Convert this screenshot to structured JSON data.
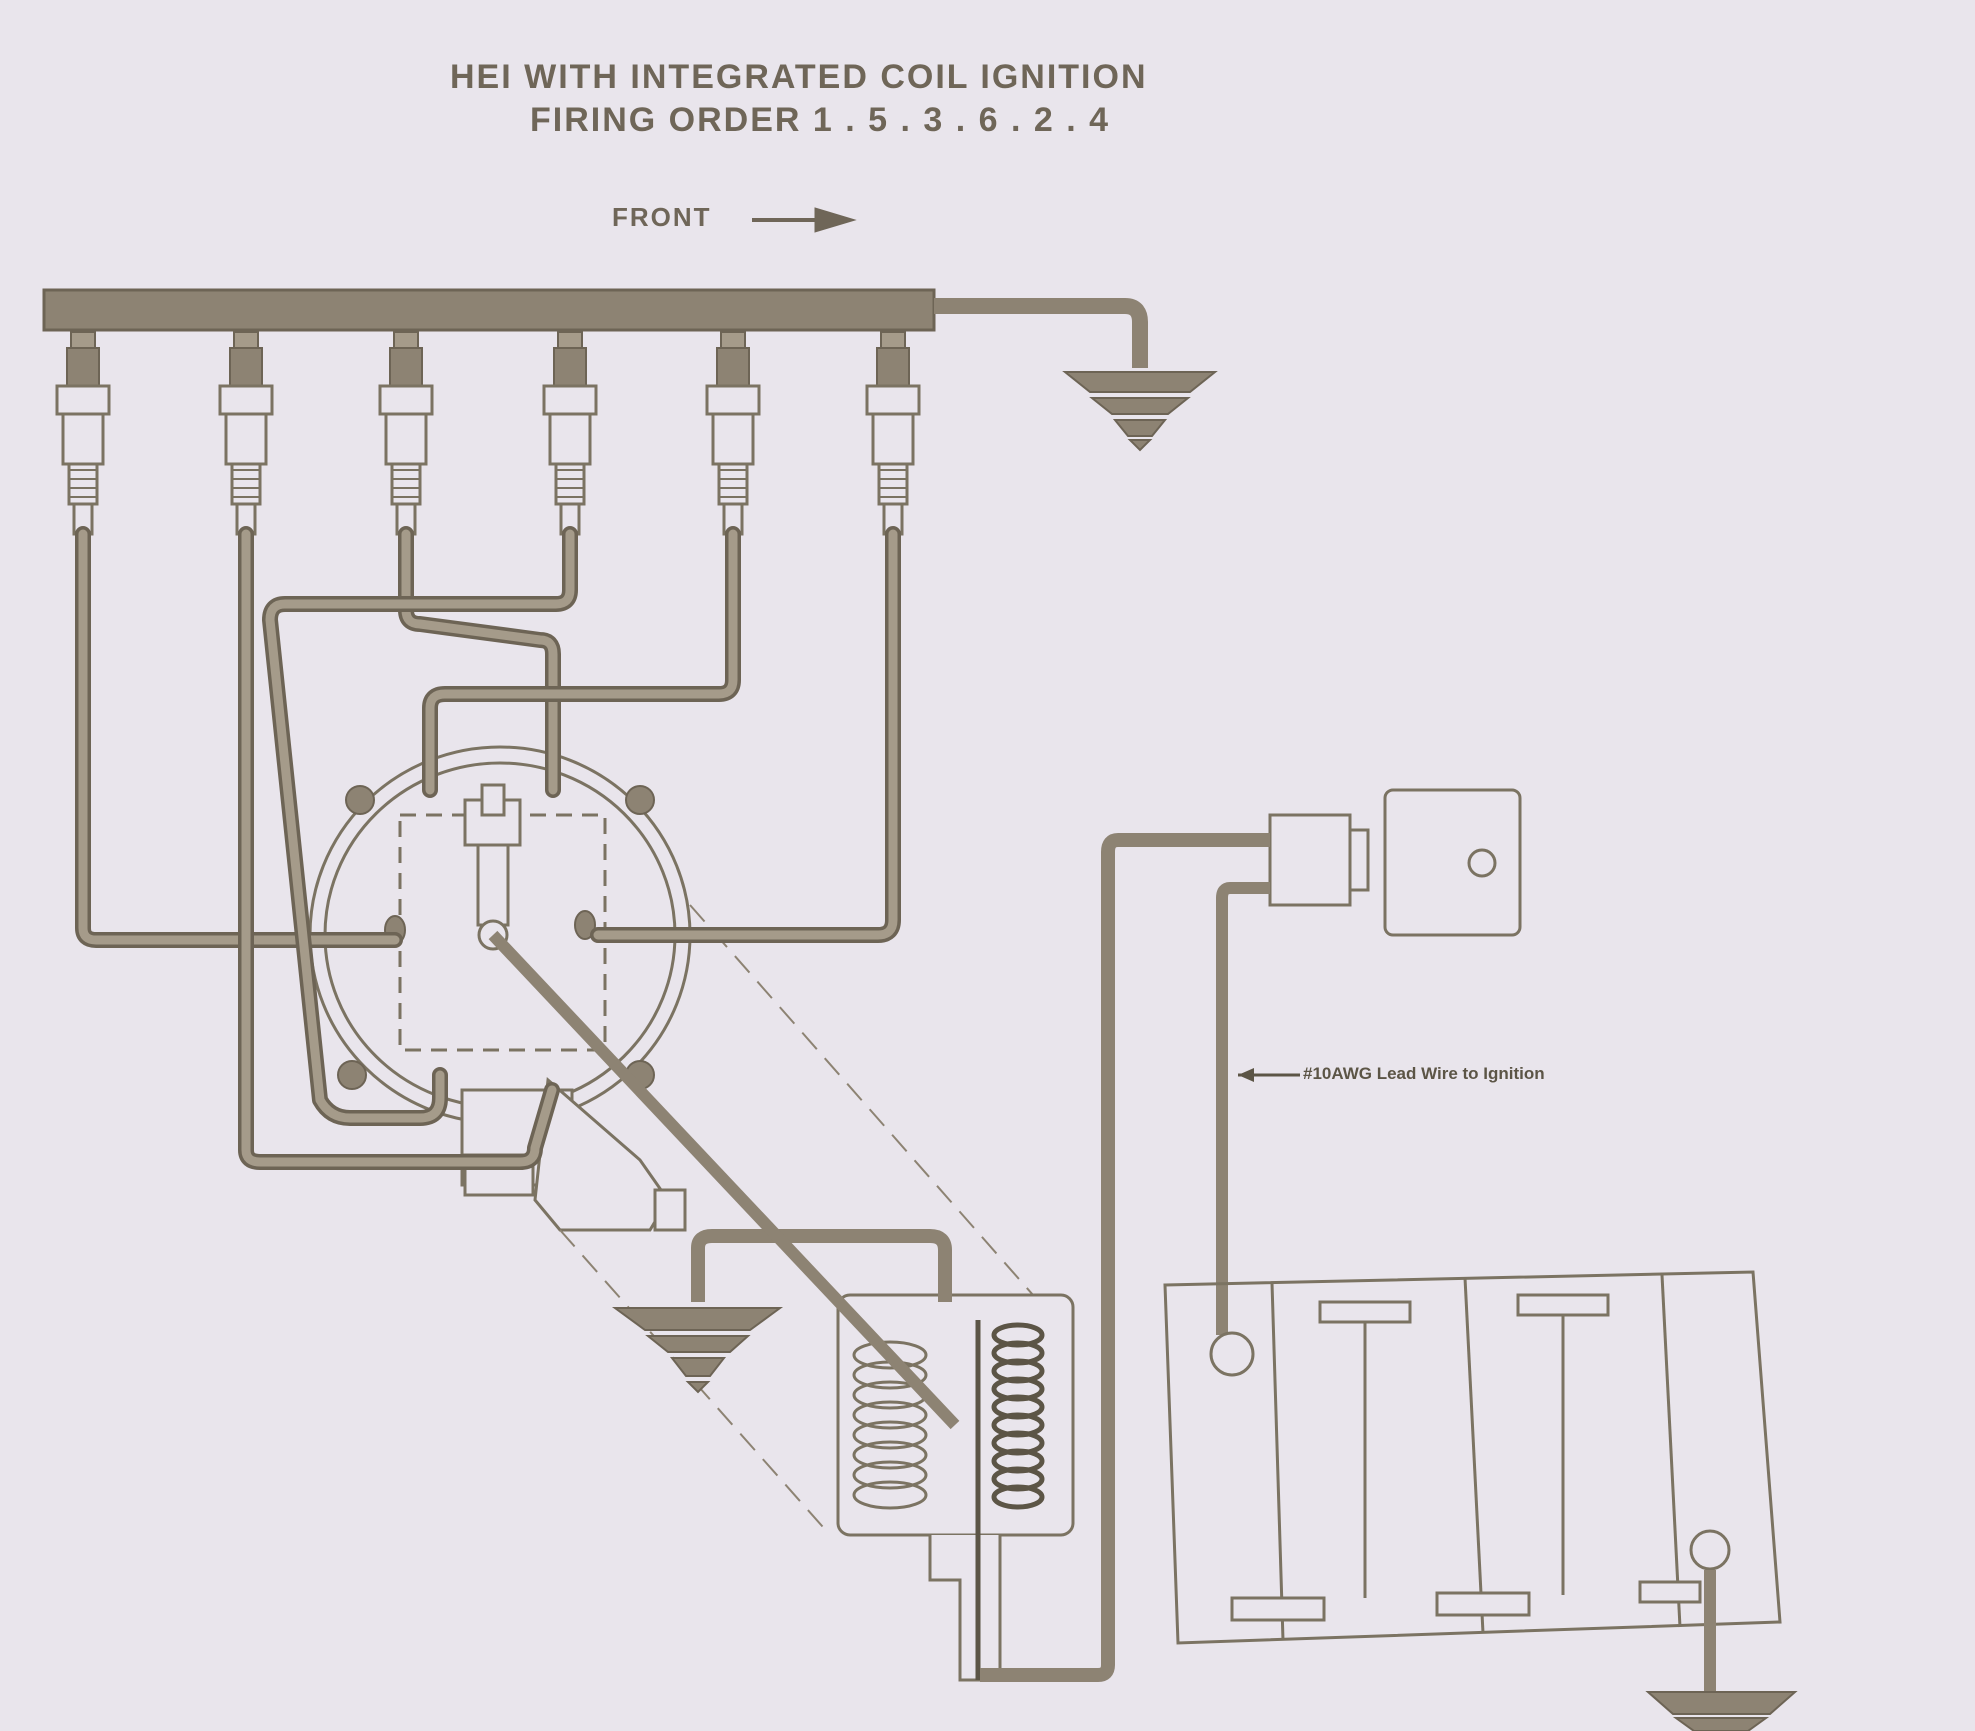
{
  "title": {
    "line1": "HEI WITH INTEGRATED COIL IGNITION",
    "line2": "FIRING ORDER 1 . 5 . 3 . 6 . 2 . 4"
  },
  "front_label": "FRONT",
  "lead_wire_label": "#10AWG Lead Wire to Ignition",
  "colors": {
    "background": "#e9e5ec",
    "wire": "#8c8372",
    "line": "#7b7362",
    "text": "#6f6658"
  },
  "spark_plug_count": 6
}
